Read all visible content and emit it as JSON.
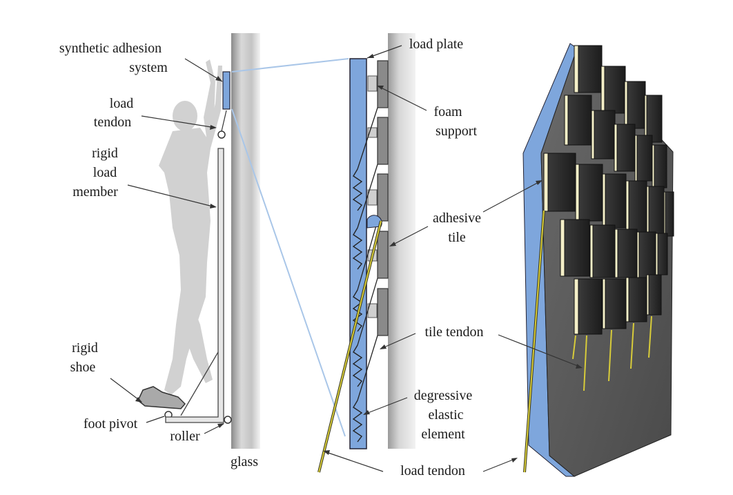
{
  "labels": {
    "synthetic_adhesion_line1": "synthetic adhesion",
    "synthetic_adhesion_line2": "system",
    "load_tendon_line1": "load",
    "load_tendon_line2": "tendon",
    "rigid_load_member_line1": "rigid",
    "rigid_load_member_line2": "load",
    "rigid_load_member_line3": "member",
    "rigid_shoe_line1": "rigid",
    "rigid_shoe_line2": "shoe",
    "foot_pivot": "foot pivot",
    "roller": "roller",
    "glass": "glass",
    "load_plate": "load plate",
    "foam_support_line1": "foam",
    "foam_support_line2": "support",
    "adhesive_tile_line1": "adhesive",
    "adhesive_tile_line2": "tile",
    "tile_tendon": "tile tendon",
    "degressive_line1": "degressive",
    "degressive_line2": "elastic",
    "degressive_line3": "element",
    "load_tendon_bottom": "load tendon"
  },
  "colors": {
    "plate_blue": "#7ea6dc",
    "glass_grey": "#b5b5b5",
    "tile_dark": "#2a2a2a",
    "tendon_yellow": "#d8cc3a",
    "silhouette": "#cfcfcf",
    "backing_grey": "#5a5a5a"
  }
}
